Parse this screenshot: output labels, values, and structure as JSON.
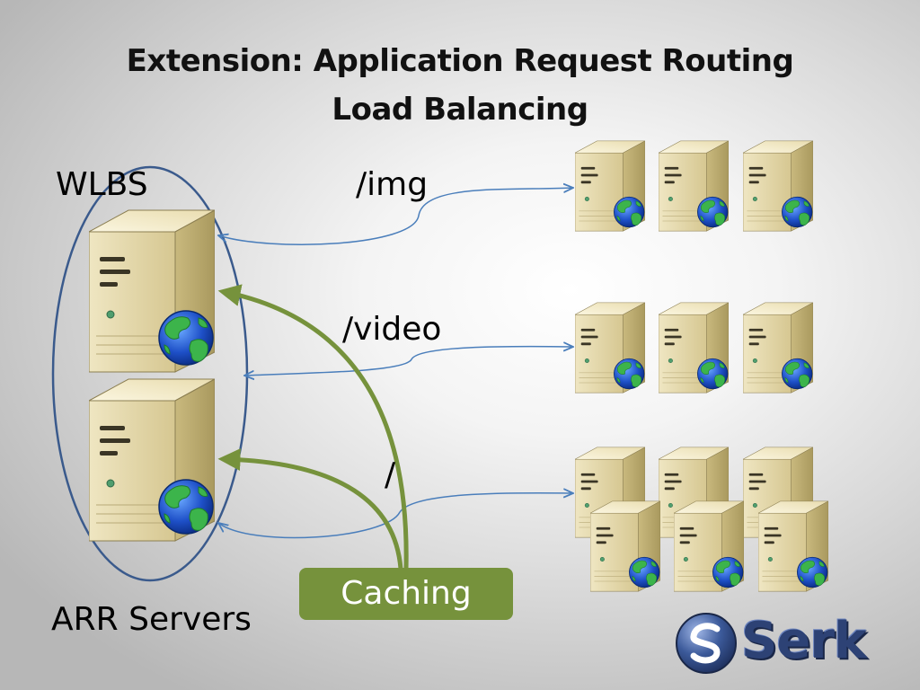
{
  "slide": {
    "title_line1": "Extension: Application Request Routing",
    "title_line2": "Load Balancing"
  },
  "labels": {
    "wlbs": "WLBS",
    "arr_servers": "ARR Servers",
    "route_img": "/img",
    "route_video": "/video",
    "route_root": "/",
    "caching": "Caching"
  },
  "logo": {
    "text": "Serk"
  },
  "colors": {
    "title": "#111111",
    "ellipse": "#3a5a8c",
    "route_arrows": "#4a7ebb",
    "caching": "#76923c",
    "server_body": "#ece0b4",
    "globe_ocean": "#1e50c8",
    "globe_land": "#3cb44b",
    "logo": "#2d4275"
  },
  "icons": {
    "server": "server-with-globe-icon",
    "logo": "serk-logo-icon"
  },
  "server_groups": [
    {
      "route": "/img",
      "server_count": 3
    },
    {
      "route": "/video",
      "server_count": 3
    },
    {
      "route": "/",
      "server_count": 6
    }
  ],
  "arr_server_count": 2
}
